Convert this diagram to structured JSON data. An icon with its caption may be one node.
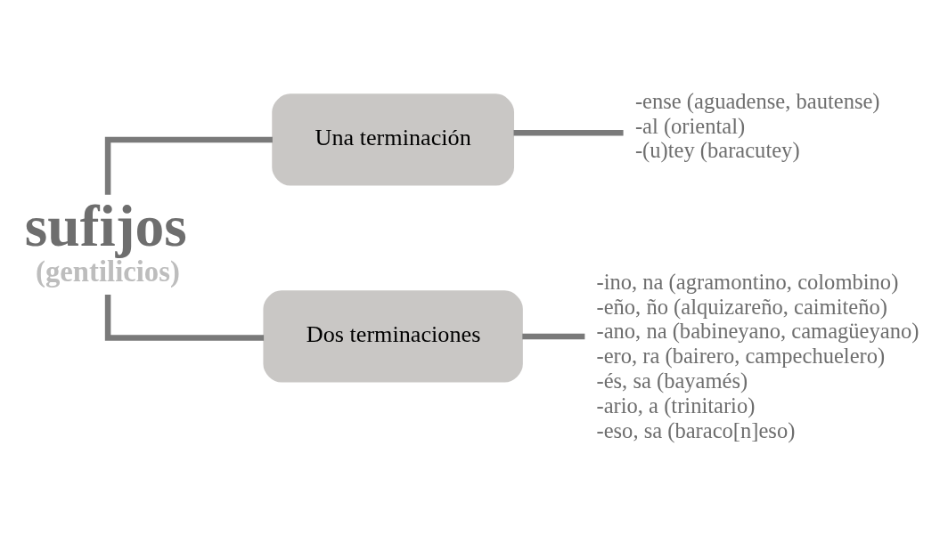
{
  "diagram": {
    "nodes": [
      {
        "text": [
          "sufijos",
          "(gentilicios)"
        ]
      },
      {
        "text": [
          "Una terminación"
        ]
      },
      {
        "text": [
          "-ense (aguadense, bautense)",
          "-al (oriental)",
          "-(u)tey (baracutey)"
        ]
      },
      {
        "text": [
          "Dos terminaciones"
        ]
      },
      {
        "text": [
          "-ino, na (agramontino, colombino)",
          "-eño, ño (alquizareño, caimiteño)",
          "-ano, na (babineyano, camagüeyano)",
          "-ero, ra (bairero, campechuelero)",
          "-és, sa (bayamés)",
          "-ario, a (trinitario)",
          "-eso, sa (baraco[n]eso)"
        ]
      }
    ],
    "edges": [
      {
        "from": 0,
        "to": 1,
        "arrow": "none"
      },
      {
        "from": 0,
        "to": 3,
        "arrow": "none"
      },
      {
        "from": 1,
        "to": 2,
        "arrow": "none"
      },
      {
        "from": 3,
        "to": 4,
        "arrow": "none"
      }
    ]
  }
}
